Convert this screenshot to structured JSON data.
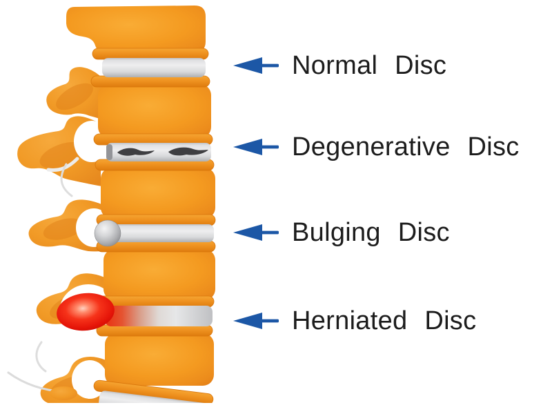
{
  "diagram": {
    "subject": "spinal disc conditions",
    "labels": [
      {
        "text": "Normal Disc",
        "icon": "arrow-left-icon"
      },
      {
        "text": "Degenerative Disc",
        "icon": "arrow-left-icon"
      },
      {
        "text": "Bulging Disc",
        "icon": "arrow-left-icon"
      },
      {
        "text": "Herniated Disc",
        "icon": "arrow-left-icon"
      }
    ],
    "colors": {
      "background": "#FFFFFF",
      "vertebra_orange": "#F49A20",
      "vertebra_edge_orange": "#E47F16",
      "endplate_rim_orange": "#DE7B0E",
      "disc_gray": "#D8D9DB",
      "disc_highlight": "#EEEEEF",
      "crack_dark": "#3F3F42",
      "bulge_gray": "#9FA0A3",
      "hernia_red": "#E51408",
      "hernia_highlight": "#FF8A6B",
      "arrow_blue": "#1C57A6",
      "label_text": "#1C1C1C"
    }
  }
}
